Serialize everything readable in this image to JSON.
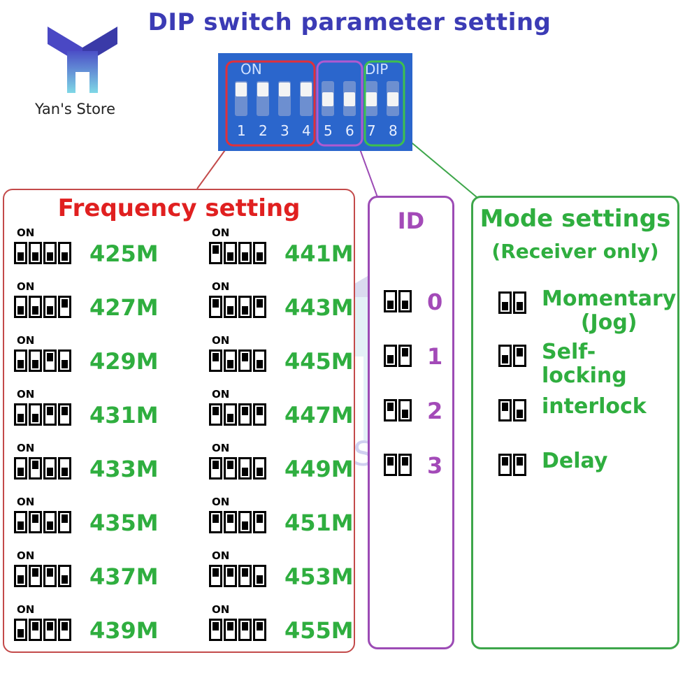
{
  "title": "DIP switch parameter setting",
  "logo": {
    "icon": "y-logo-icon",
    "text": "Yan's Store"
  },
  "photo": {
    "on_label": "ON",
    "dip_label": "DIP",
    "numbers": [
      "1",
      "2",
      "3",
      "4",
      "5",
      "6",
      "7",
      "8"
    ]
  },
  "frequency": {
    "title": "Frequency setting",
    "on_label": "ON",
    "items": [
      {
        "label": "425M",
        "sw": [
          0,
          0,
          0,
          0
        ]
      },
      {
        "label": "427M",
        "sw": [
          0,
          0,
          0,
          1
        ]
      },
      {
        "label": "429M",
        "sw": [
          0,
          0,
          1,
          0
        ]
      },
      {
        "label": "431M",
        "sw": [
          0,
          0,
          1,
          1
        ]
      },
      {
        "label": "433M",
        "sw": [
          0,
          1,
          0,
          0
        ]
      },
      {
        "label": "435M",
        "sw": [
          0,
          1,
          0,
          1
        ]
      },
      {
        "label": "437M",
        "sw": [
          0,
          1,
          1,
          0
        ]
      },
      {
        "label": "439M",
        "sw": [
          0,
          1,
          1,
          1
        ]
      },
      {
        "label": "441M",
        "sw": [
          1,
          0,
          0,
          0
        ]
      },
      {
        "label": "443M",
        "sw": [
          1,
          0,
          0,
          1
        ]
      },
      {
        "label": "445M",
        "sw": [
          1,
          0,
          1,
          0
        ]
      },
      {
        "label": "447M",
        "sw": [
          1,
          0,
          1,
          1
        ]
      },
      {
        "label": "449M",
        "sw": [
          1,
          1,
          0,
          0
        ]
      },
      {
        "label": "451M",
        "sw": [
          1,
          1,
          0,
          1
        ]
      },
      {
        "label": "453M",
        "sw": [
          1,
          1,
          1,
          0
        ]
      },
      {
        "label": "455M",
        "sw": [
          1,
          1,
          1,
          1
        ]
      }
    ]
  },
  "id": {
    "title": "ID",
    "items": [
      {
        "label": "0",
        "sw": [
          0,
          0
        ]
      },
      {
        "label": "1",
        "sw": [
          0,
          1
        ]
      },
      {
        "label": "2",
        "sw": [
          1,
          0
        ]
      },
      {
        "label": "3",
        "sw": [
          1,
          1
        ]
      }
    ]
  },
  "mode": {
    "title": "Mode settings",
    "subtitle": "(Receiver only)",
    "items": [
      {
        "label": "Momentary",
        "label2": "(Jog)",
        "sw": [
          0,
          0
        ]
      },
      {
        "label": "Self-locking",
        "label2": "",
        "sw": [
          0,
          1
        ]
      },
      {
        "label": "interlock",
        "label2": "",
        "sw": [
          1,
          0
        ]
      },
      {
        "label": "Delay",
        "label2": "",
        "sw": [
          1,
          1
        ]
      }
    ]
  },
  "colors": {
    "frequency": "#e02020",
    "green": "#2fae3f",
    "purple": "#a34ab8",
    "title": "#3b3bb5"
  }
}
